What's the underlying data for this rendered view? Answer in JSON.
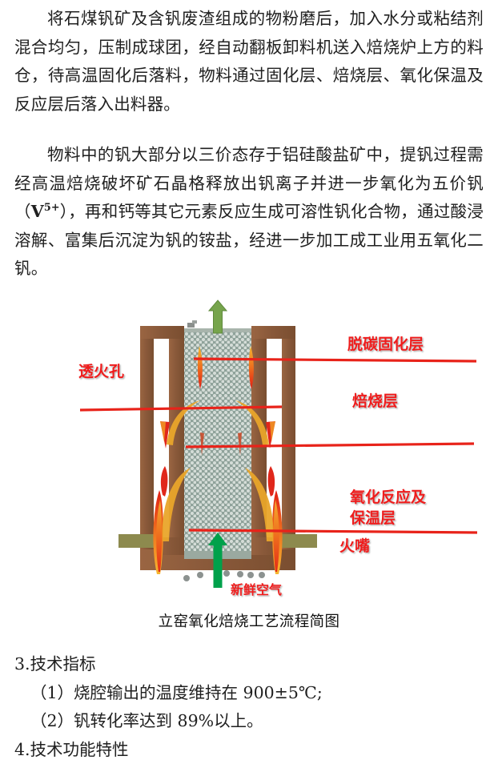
{
  "document": {
    "paragraphs": [
      "将石煤钒矿及含钒废渣组成的物粉磨后，加入水分或粘结剂混合均匀，压制成球团，经自动翻板卸料机送入焙烧炉上方的料仓，待高温固化后落料，物料通过固化层、焙烧层、氧化保温及反应层后落入出料器。",
      "物料中的钒大部分以三价态存于铝硅酸盐矿中，提钒过程需经高温焙烧破坏矿石晶格释放出钒离子并进一步氧化为五价钒（V5+），再和钙等其它元素反应生成可溶性钒化合物，通过酸浸溶解、富集后沉淀为钒的铵盐，经进一步加工成工业用五氧化二钒。"
    ],
    "paragraph2_parts": {
      "before": "物料中的钒大部分以三价态存于铝硅酸盐矿中，提钒过程需经高温焙烧破坏矿石晶格释放出钒离子并进一步氧化为五价钒（",
      "symbol": "V",
      "superscript": "5+",
      "after": "），再和钙等其它元素反应生成可溶性钒化合物，通过酸浸溶解、富集后沉淀为钒的铵盐，经进一步加工成工业用五氧化二钒。"
    }
  },
  "figure": {
    "caption": "立窑氧化焙烧工艺流程简图",
    "labels": {
      "top_right": "脱碳固化层",
      "left": "透火孔",
      "middle_right": "焙烧层",
      "lower_right_line1": "氧化反应及",
      "lower_right_line2": "保温层",
      "nozzle": "火嘴",
      "bottom_green": "新鲜空气"
    },
    "colors": {
      "label_red": "#ef1c1c",
      "wall_brown": "#8a5a38",
      "wall_brown_dark": "#7b4e2f",
      "charge_gray": "#8fa29a",
      "charge_dot": "#cfd8d3",
      "nozzle_olive": "#8d8a4e",
      "arrow_green_top": "#76a44c",
      "arrow_green_bottom": "#00a14b",
      "flame_orange": "#f0a028",
      "flame_red": "#e8271a",
      "leader_red": "#e8231a"
    }
  },
  "sections": [
    {
      "id": "s3",
      "text": "3.技术指标",
      "level": 0
    },
    {
      "id": "s3i1",
      "text": "（1）烧腔输出的温度维持在 900±5℃;",
      "level": 1
    },
    {
      "id": "s3i2",
      "text": "（2）钒转化率达到 89%以上。",
      "level": 1
    },
    {
      "id": "s4",
      "text": "4.技术功能特性",
      "level": 0
    }
  ]
}
